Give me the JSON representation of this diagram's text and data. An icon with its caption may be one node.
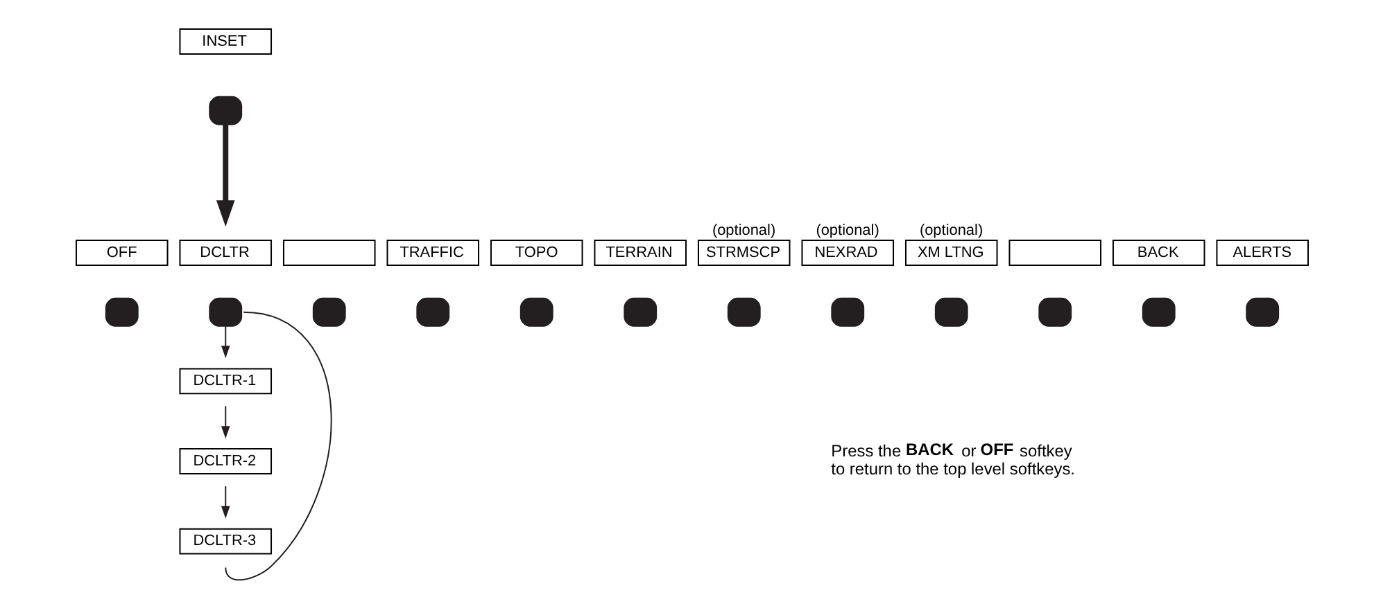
{
  "diagram": {
    "nodes": [
      {
        "text": [
          "INSET"
        ]
      },
      {
        "text": [],
        "shape": "box"
      },
      {
        "text": [
          "OFF"
        ]
      },
      {
        "text": [
          "DCLTR"
        ]
      },
      {
        "text": [],
        "shape": "box"
      },
      {
        "text": [
          "TRAFFIC"
        ]
      },
      {
        "text": [
          "TOPO"
        ]
      },
      {
        "text": [
          "TERRAIN"
        ]
      },
      {
        "text": [
          "STRMSCP"
        ],
        "beside": [
          "(optional)"
        ]
      },
      {
        "text": [
          "NEXRAD"
        ],
        "beside": [
          "(optional)"
        ]
      },
      {
        "text": [
          "XM LTNG"
        ],
        "beside": [
          "(optional)"
        ]
      },
      {
        "text": [],
        "shape": "box"
      },
      {
        "text": [
          "BACK"
        ]
      },
      {
        "text": [
          "ALERTS"
        ]
      },
      {
        "text": [],
        "shape": "box"
      },
      {
        "text": [],
        "shape": "box"
      },
      {
        "text": [],
        "shape": "box"
      },
      {
        "text": [],
        "shape": "box"
      },
      {
        "text": [],
        "shape": "box"
      },
      {
        "text": [],
        "shape": "box"
      },
      {
        "text": [],
        "shape": "box"
      },
      {
        "text": [],
        "shape": "box"
      },
      {
        "text": [],
        "shape": "box"
      },
      {
        "text": [],
        "shape": "box"
      },
      {
        "text": [],
        "shape": "box"
      },
      {
        "text": [],
        "shape": "box"
      },
      {
        "text": [
          "DCLTR-1"
        ]
      },
      {
        "text": [
          "DCLTR-2"
        ]
      },
      {
        "text": [
          "DCLTR-3"
        ]
      }
    ],
    "edges": [
      {
        "from": 1,
        "to": 3,
        "arrow": "to",
        "style": "thick"
      },
      {
        "from": 15,
        "to": 26,
        "arrow": "to"
      },
      {
        "from": 26,
        "to": 27,
        "arrow": "to"
      },
      {
        "from": 27,
        "to": 28,
        "arrow": "to"
      },
      {
        "from": 28,
        "to": 15,
        "arrow": "none"
      }
    ],
    "labels": [
      "Press the **BACK** or **OFF** softkey to return to the top level softkeys."
    ]
  }
}
